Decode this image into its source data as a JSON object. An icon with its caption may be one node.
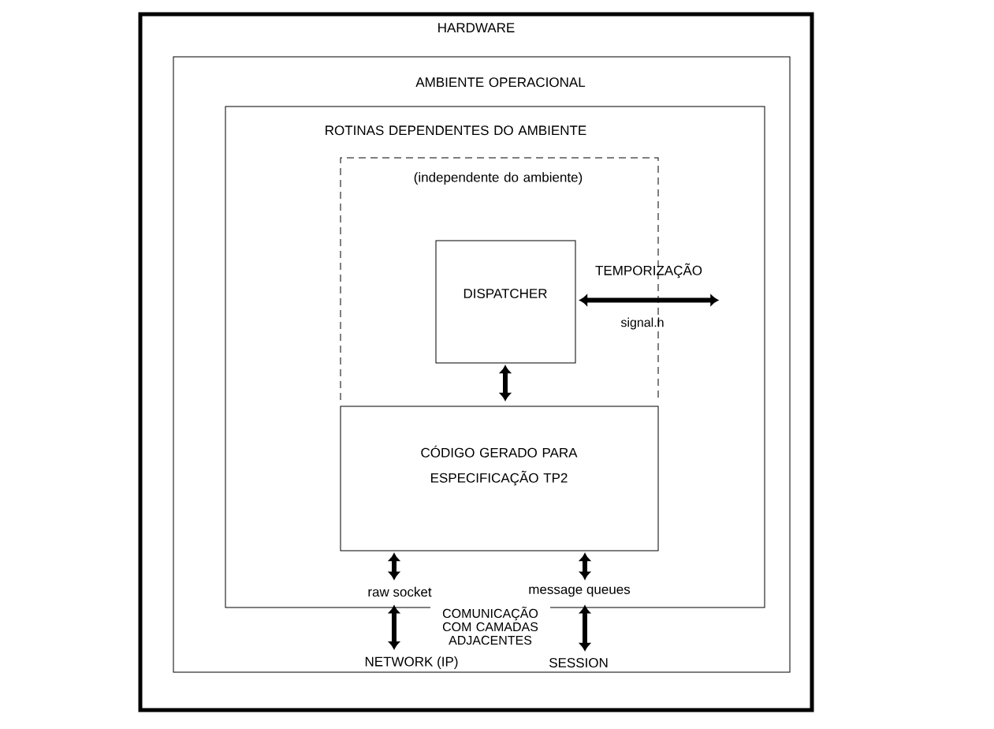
{
  "diagram": {
    "nodes": [
      {
        "text": [
          "HARDWARE"
        ]
      },
      {
        "text": [
          "AMBIENTE OPERACIONAL"
        ],
        "in": 0
      },
      {
        "text": [
          "ROTINAS DEPENDENTES DO AMBIENTE"
        ],
        "in": 1
      },
      {
        "text": [
          "(independente do ambiente)"
        ],
        "in": 2
      },
      {
        "text": [
          "DISPATCHER"
        ],
        "in": 3
      },
      {
        "text": [
          "CÓDIGO GERADO PARA ESPECIFICAÇÃO TP2"
        ],
        "in": 2
      },
      {
        "text": [
          "raw socket"
        ],
        "in": 2
      },
      {
        "text": [
          "message queues"
        ],
        "in": 2
      },
      {
        "text": [
          "NETWORK (IP)"
        ],
        "in": 1
      },
      {
        "text": [
          "SESSION"
        ],
        "in": 1
      }
    ],
    "edges": [
      {
        "from": 4,
        "to": null,
        "arrow": "both",
        "label": "TEMPORIZAÇÃO"
      },
      {
        "from": 4,
        "to": 5,
        "arrow": "both"
      },
      {
        "from": 5,
        "to": 6,
        "arrow": "both"
      },
      {
        "from": 5,
        "to": 7,
        "arrow": "both"
      },
      {
        "from": 6,
        "to": 8,
        "arrow": "both"
      },
      {
        "from": 7,
        "to": 9,
        "arrow": "both"
      }
    ],
    "labels": [
      "signal.h",
      "COMUNICAÇÃO COM CAMADAS ADJACENTES"
    ]
  }
}
